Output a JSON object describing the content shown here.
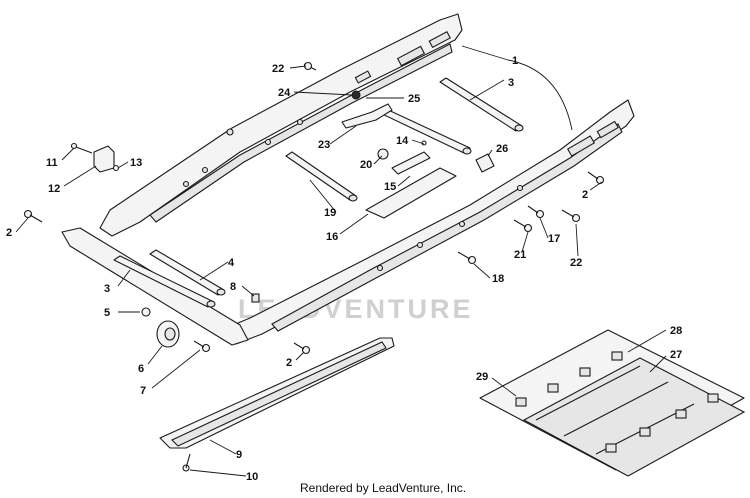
{
  "diagram": {
    "watermark": "LEADVENTURE",
    "footer": "Rendered by LeadVenture, Inc.",
    "callouts": [
      {
        "id": "c1",
        "text": "1"
      },
      {
        "id": "c2a",
        "text": "2"
      },
      {
        "id": "c2b",
        "text": "2"
      },
      {
        "id": "c2c",
        "text": "2"
      },
      {
        "id": "c3a",
        "text": "3"
      },
      {
        "id": "c3b",
        "text": "3"
      },
      {
        "id": "c4",
        "text": "4"
      },
      {
        "id": "c5",
        "text": "5"
      },
      {
        "id": "c6",
        "text": "6"
      },
      {
        "id": "c7",
        "text": "7"
      },
      {
        "id": "c8",
        "text": "8"
      },
      {
        "id": "c9",
        "text": "9"
      },
      {
        "id": "c10",
        "text": "10"
      },
      {
        "id": "c11",
        "text": "11"
      },
      {
        "id": "c12",
        "text": "12"
      },
      {
        "id": "c13",
        "text": "13"
      },
      {
        "id": "c14",
        "text": "14"
      },
      {
        "id": "c15",
        "text": "15"
      },
      {
        "id": "c16",
        "text": "16"
      },
      {
        "id": "c17",
        "text": "17"
      },
      {
        "id": "c18",
        "text": "18"
      },
      {
        "id": "c19",
        "text": "19"
      },
      {
        "id": "c20",
        "text": "20"
      },
      {
        "id": "c21",
        "text": "21"
      },
      {
        "id": "c22a",
        "text": "22"
      },
      {
        "id": "c22b",
        "text": "22"
      },
      {
        "id": "c23",
        "text": "23"
      },
      {
        "id": "c24",
        "text": "24"
      },
      {
        "id": "c25",
        "text": "25"
      },
      {
        "id": "c26",
        "text": "26"
      },
      {
        "id": "c27",
        "text": "27"
      },
      {
        "id": "c28",
        "text": "28"
      },
      {
        "id": "c29",
        "text": "29"
      }
    ]
  }
}
